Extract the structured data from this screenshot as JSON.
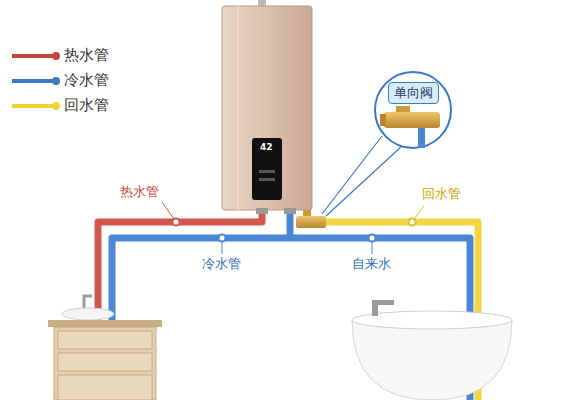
{
  "diagram": {
    "nodes": [
      {
        "text": [
          "单向阀"
        ]
      }
    ],
    "labels": [
      "42",
      "热水管",
      "回水管",
      "冷水管",
      "自来水"
    ],
    "legend": [
      {
        "text": "热水管"
      },
      {
        "text": "冷水管"
      },
      {
        "text": "回水管"
      }
    ]
  }
}
